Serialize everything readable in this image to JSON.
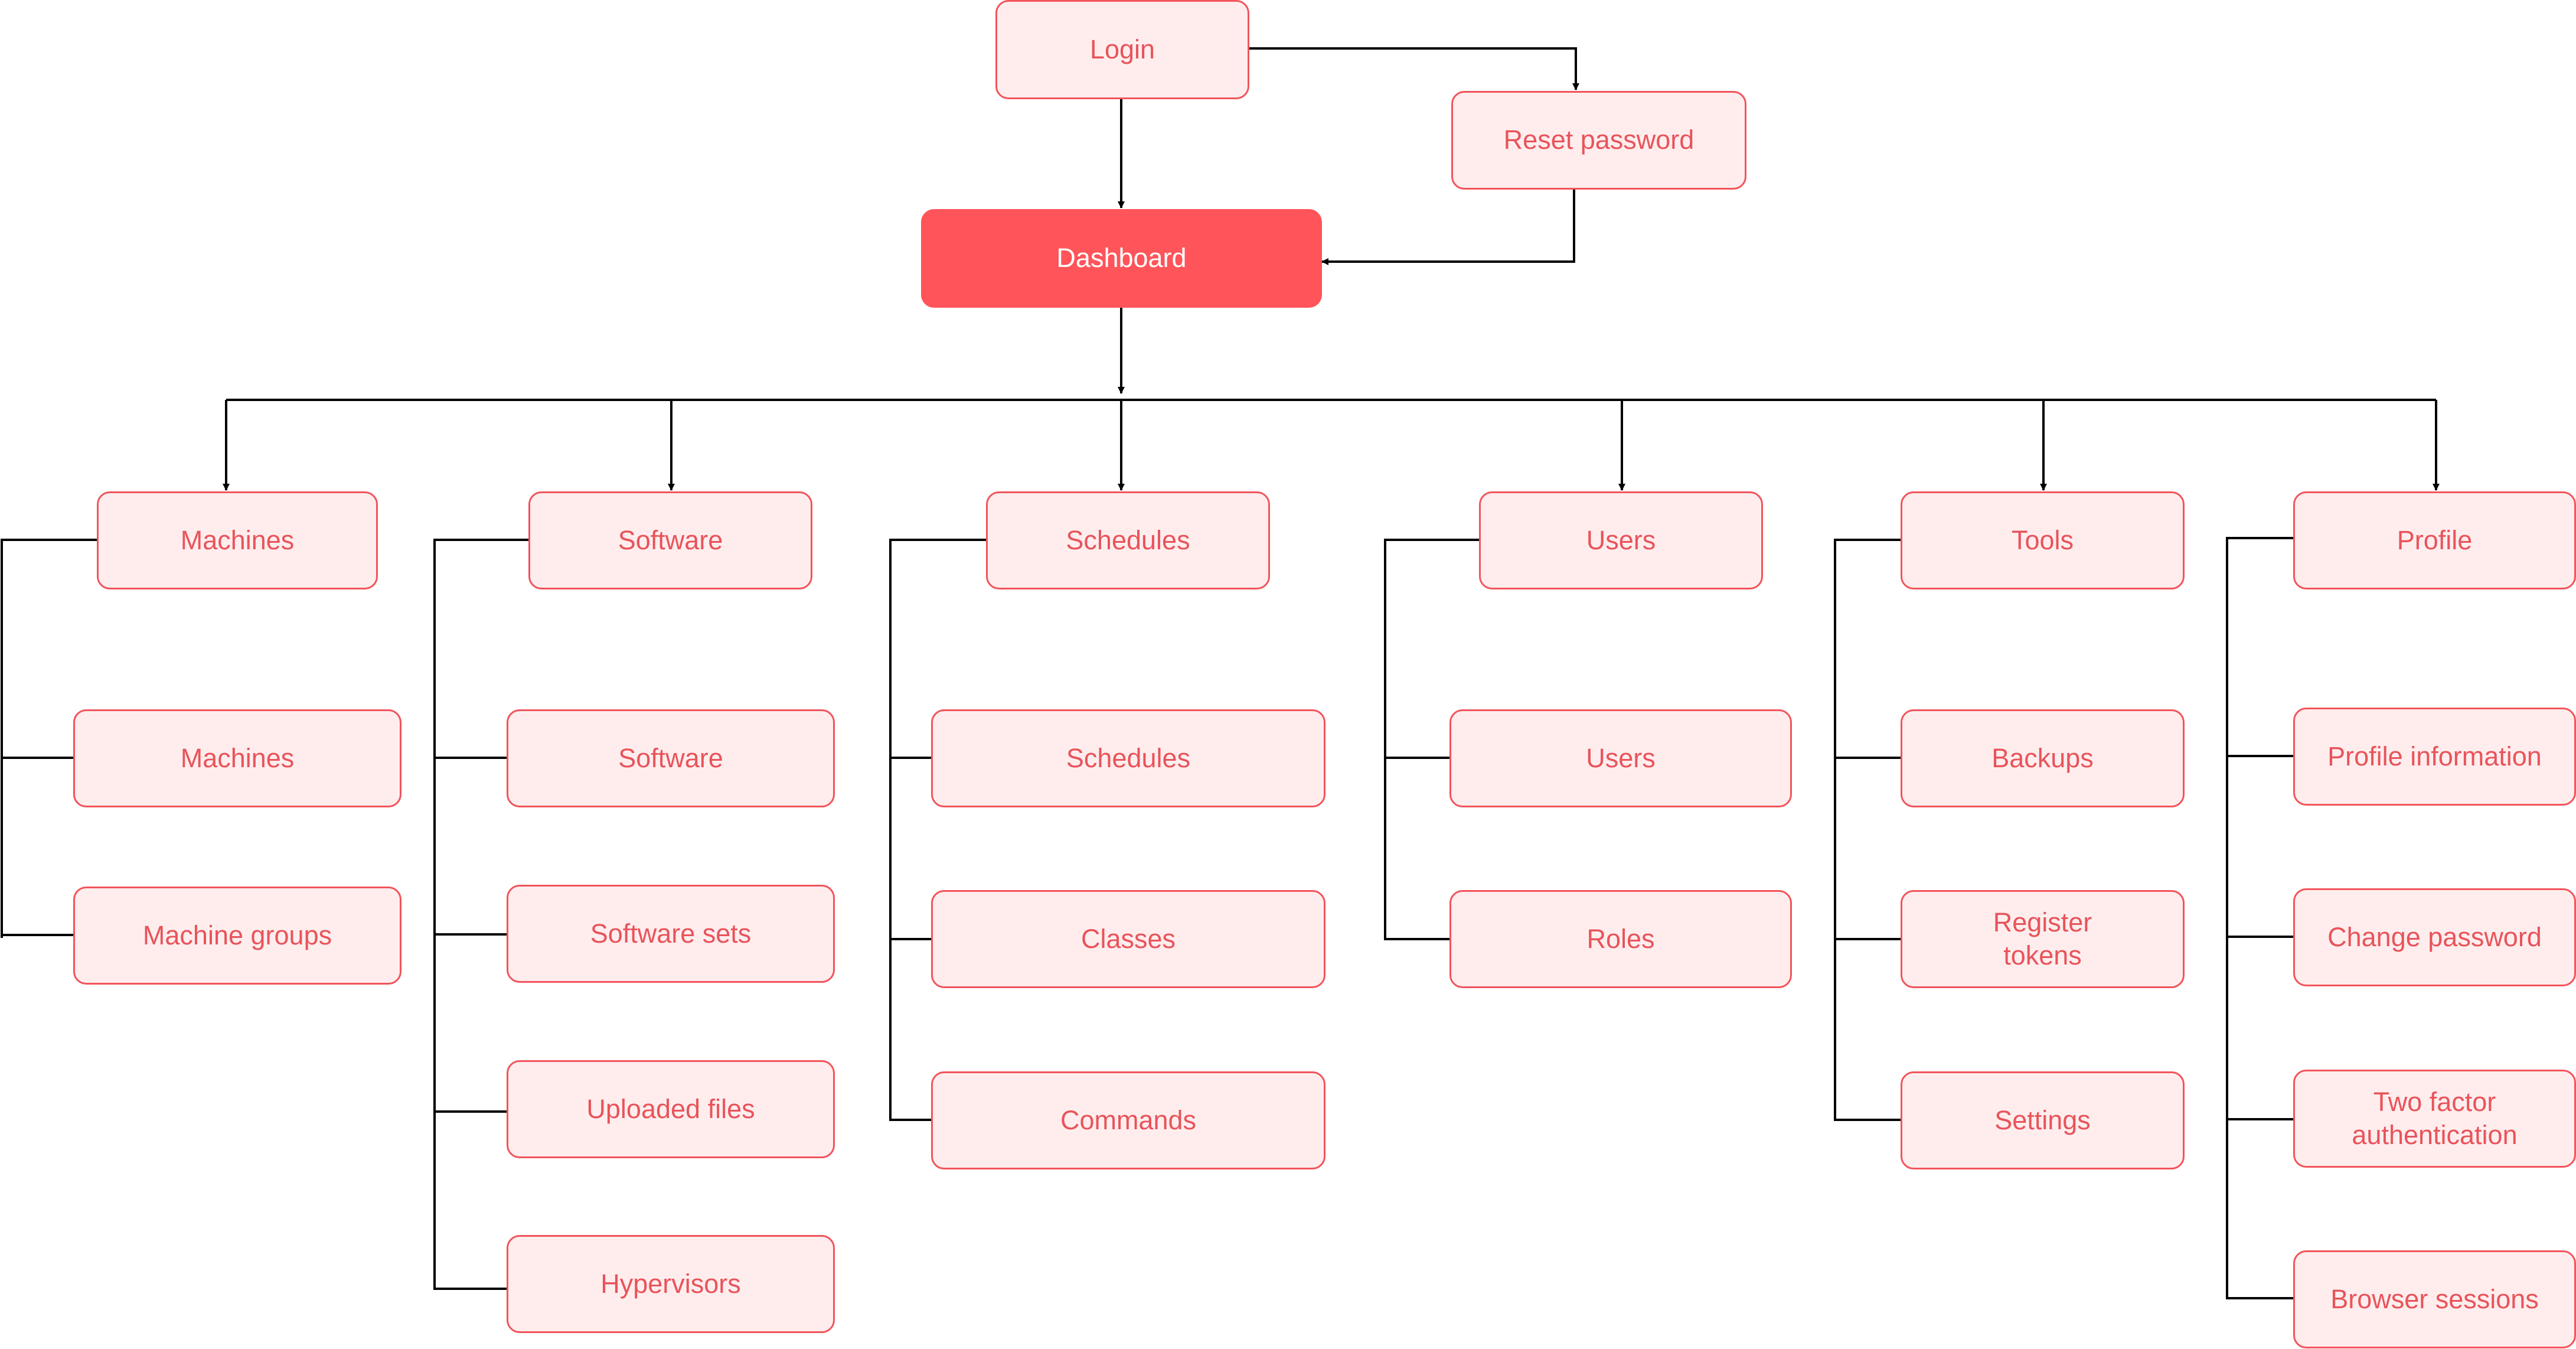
{
  "colors": {
    "node_fill": "#FFEDEE",
    "node_border": "#F2545B",
    "node_text": "#E8545A",
    "primary_fill": "#FF5459",
    "primary_text": "#FFFFFF",
    "connector": "#000000"
  },
  "nodes": {
    "login": "Login",
    "reset_password": "Reset password",
    "dashboard": "Dashboard",
    "machines": "Machines",
    "machines_machines": "Machines",
    "machines_groups": "Machine groups",
    "software": "Software",
    "software_software": "Software",
    "software_sets": "Software sets",
    "software_uploaded": "Uploaded files",
    "software_hypervisors": "Hypervisors",
    "schedules": "Schedules",
    "schedules_schedules": "Schedules",
    "schedules_classes": "Classes",
    "schedules_commands": "Commands",
    "users": "Users",
    "users_users": "Users",
    "users_roles": "Roles",
    "tools": "Tools",
    "tools_backups": "Backups",
    "tools_tokens": "Register\ntokens",
    "tools_settings": "Settings",
    "profile": "Profile",
    "profile_info": "Profile information",
    "profile_password": "Change password",
    "profile_2fa": "Two factor\nauthentication",
    "profile_sessions": "Browser sessions"
  }
}
